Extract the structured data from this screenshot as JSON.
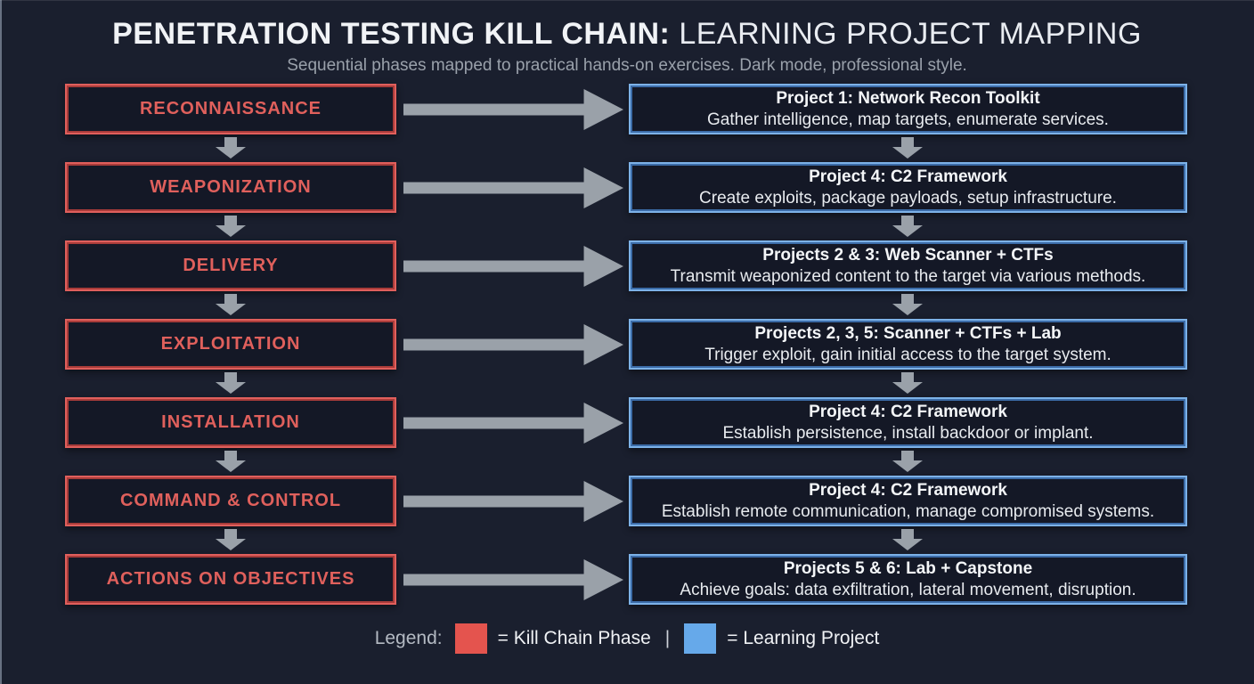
{
  "header": {
    "title_bold": "PENETRATION TESTING KILL CHAIN:",
    "title_regular": "LEARNING PROJECT MAPPING",
    "subtitle": "Sequential phases mapped to practical hands-on exercises. Dark mode, professional style."
  },
  "colors": {
    "background": "#1a1f2e",
    "phase_border": "#e05f5c",
    "phase_border_inner": "#a93c3a",
    "phase_text": "#e0605c",
    "project_border": "#7db2e8",
    "project_border_inner": "#3c6ca8",
    "arrow": "#9aa1a9",
    "subtitle": "#9aa1ab",
    "legend_red": "#e4544e",
    "legend_blue": "#66a9ea"
  },
  "rows": [
    {
      "phase": "RECONNAISSANCE",
      "project_title": "Project 1: Network Recon Toolkit",
      "project_desc": "Gather intelligence, map targets, enumerate services."
    },
    {
      "phase": "WEAPONIZATION",
      "project_title": "Project 4: C2 Framework",
      "project_desc": "Create exploits, package payloads, setup infrastructure."
    },
    {
      "phase": "DELIVERY",
      "project_title": "Projects 2 & 3: Web Scanner + CTFs",
      "project_desc": "Transmit weaponized content to the target via various methods."
    },
    {
      "phase": "EXPLOITATION",
      "project_title": "Projects 2, 3, 5: Scanner + CTFs + Lab",
      "project_desc": "Trigger exploit, gain initial access to the target system."
    },
    {
      "phase": "INSTALLATION",
      "project_title": "Project 4: C2 Framework",
      "project_desc": "Establish persistence, install backdoor or implant."
    },
    {
      "phase": "COMMAND & CONTROL",
      "project_title": "Project 4: C2 Framework",
      "project_desc": "Establish remote communication, manage compromised systems."
    },
    {
      "phase": "ACTIONS ON OBJECTIVES",
      "project_title": "Projects 5 & 6: Lab + Capstone",
      "project_desc": "Achieve goals: data exfiltration, lateral movement, disruption."
    }
  ],
  "legend": {
    "label": "Legend:",
    "kill_chain": "= Kill Chain Phase",
    "separator": "|",
    "learning_project": "= Learning Project"
  }
}
